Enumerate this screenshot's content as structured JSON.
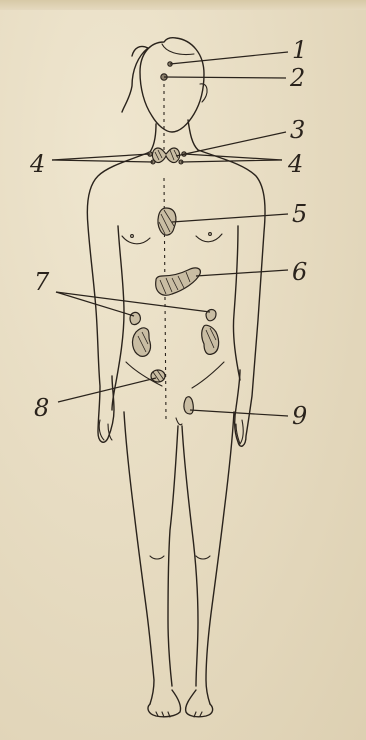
{
  "labels": {
    "n1": "1",
    "n2": "2",
    "n3": "3",
    "n4_left": "4",
    "n4_right": "4",
    "n5": "5",
    "n6": "6",
    "n7": "7",
    "n8": "8",
    "n9": "9"
  },
  "colors": {
    "paper": "#e9dfc6",
    "ink": "#2a231c"
  }
}
